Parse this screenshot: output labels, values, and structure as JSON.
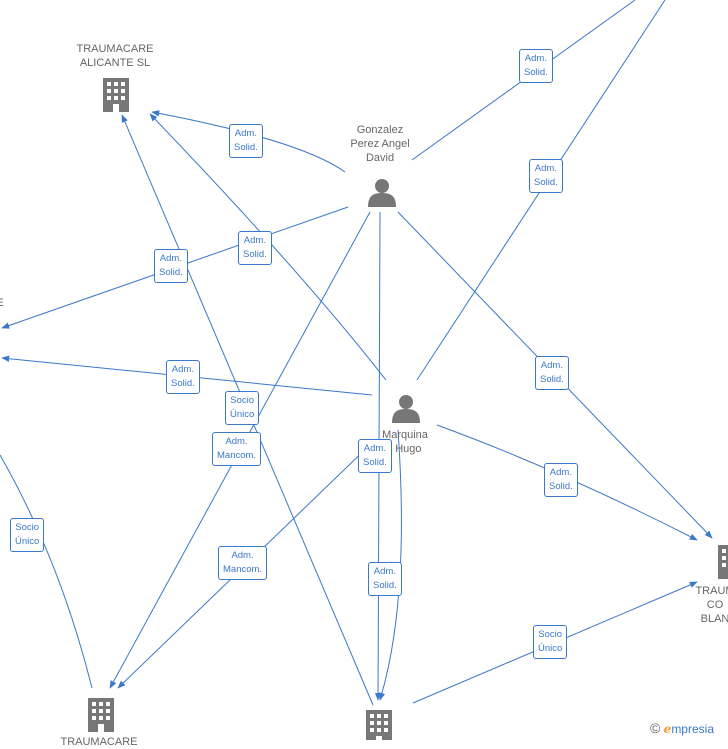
{
  "nodes": [
    {
      "id": "traumacare-alicante",
      "type": "company",
      "label": "TRAUMACARE\nALICANTE  SL"
    },
    {
      "id": "gonzalez",
      "type": "person",
      "label": "Gonzalez\nPerez Angel\nDavid"
    },
    {
      "id": "marquina",
      "type": "person",
      "label": "Marquina\n  r Hugo"
    },
    {
      "id": "traumacare-blanca",
      "type": "company",
      "label": "TRAUM\nCO\nBLAN"
    },
    {
      "id": "traumacare-bottom-left",
      "type": "company",
      "label": "TRAUMACARE"
    },
    {
      "id": "company-bottom-center",
      "type": "company",
      "label": ""
    },
    {
      "id": "left-edge",
      "type": "hidden",
      "label": "E"
    }
  ],
  "edges": [
    {
      "id": "e1",
      "label": "Adm.\nSolid."
    },
    {
      "id": "e2",
      "label": "Adm.\nSolid."
    },
    {
      "id": "e3",
      "label": "Adm.\nSolid."
    },
    {
      "id": "e4",
      "label": "Adm.\nSolid."
    },
    {
      "id": "e5",
      "label": "Adm.\nSolid."
    },
    {
      "id": "e6",
      "label": "Adm.\nSolid."
    },
    {
      "id": "e7",
      "label": "Adm.\nSolid."
    },
    {
      "id": "e8",
      "label": "Socio\nÚnico"
    },
    {
      "id": "e9",
      "label": "Adm.\nMancom."
    },
    {
      "id": "e10",
      "label": "Adm.\nSolid."
    },
    {
      "id": "e11",
      "label": "Adm.\nSolid."
    },
    {
      "id": "e12",
      "label": "Socio\nÚnico"
    },
    {
      "id": "e13",
      "label": "Adm.\nMancom."
    },
    {
      "id": "e14",
      "label": "Adm.\nSolid."
    },
    {
      "id": "e15",
      "label": "Socio\nÚnico"
    }
  ],
  "colors": {
    "edge": "#3a78c9",
    "node": "#777777",
    "text": "#666666"
  },
  "brand": {
    "copyright": "©",
    "name": "mpresia",
    "initial": "e"
  }
}
